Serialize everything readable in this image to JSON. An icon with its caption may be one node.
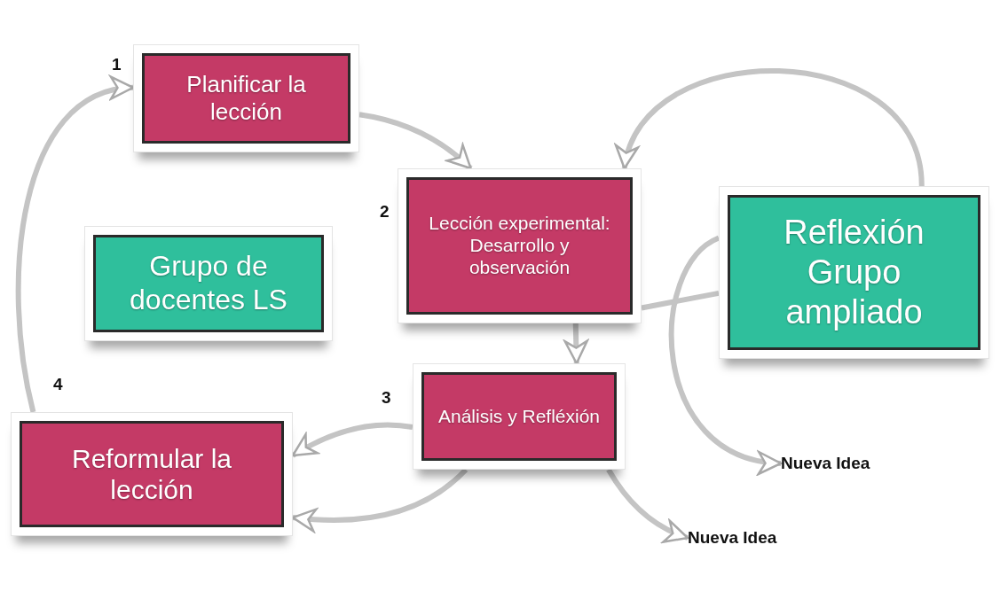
{
  "diagram": {
    "nodes": [
      {
        "text": [
          "Planificar la lección"
        ]
      },
      {
        "text": [
          "Lección experimental: Desarrollo y observación"
        ]
      },
      {
        "text": [
          "Grupo de docentes LS"
        ]
      },
      {
        "text": [
          "Reflexión Grupo ampliado"
        ]
      },
      {
        "text": [
          "Análisis y Refléxión"
        ]
      },
      {
        "text": [
          "Reformular la lección"
        ]
      },
      {
        "text": [
          "Nueva Idea"
        ]
      },
      {
        "text": [
          "Nueva Idea"
        ]
      }
    ],
    "edges": [
      {
        "from": 0,
        "to": 1,
        "arrow": "to"
      },
      {
        "from": 1,
        "to": 4,
        "arrow": "to"
      },
      {
        "from": 1,
        "to": 3,
        "arrow": "none"
      },
      {
        "from": 3,
        "to": 1,
        "arrow": "to"
      },
      {
        "from": 3,
        "to": 6,
        "arrow": "to"
      },
      {
        "from": 4,
        "to": 5,
        "arrow": "to"
      },
      {
        "from": 4,
        "to": 5,
        "arrow": "to"
      },
      {
        "from": 4,
        "to": 7,
        "arrow": "to"
      },
      {
        "from": 5,
        "to": 0,
        "arrow": "to"
      }
    ],
    "labels": [
      "1",
      "2",
      "4",
      "3"
    ]
  }
}
